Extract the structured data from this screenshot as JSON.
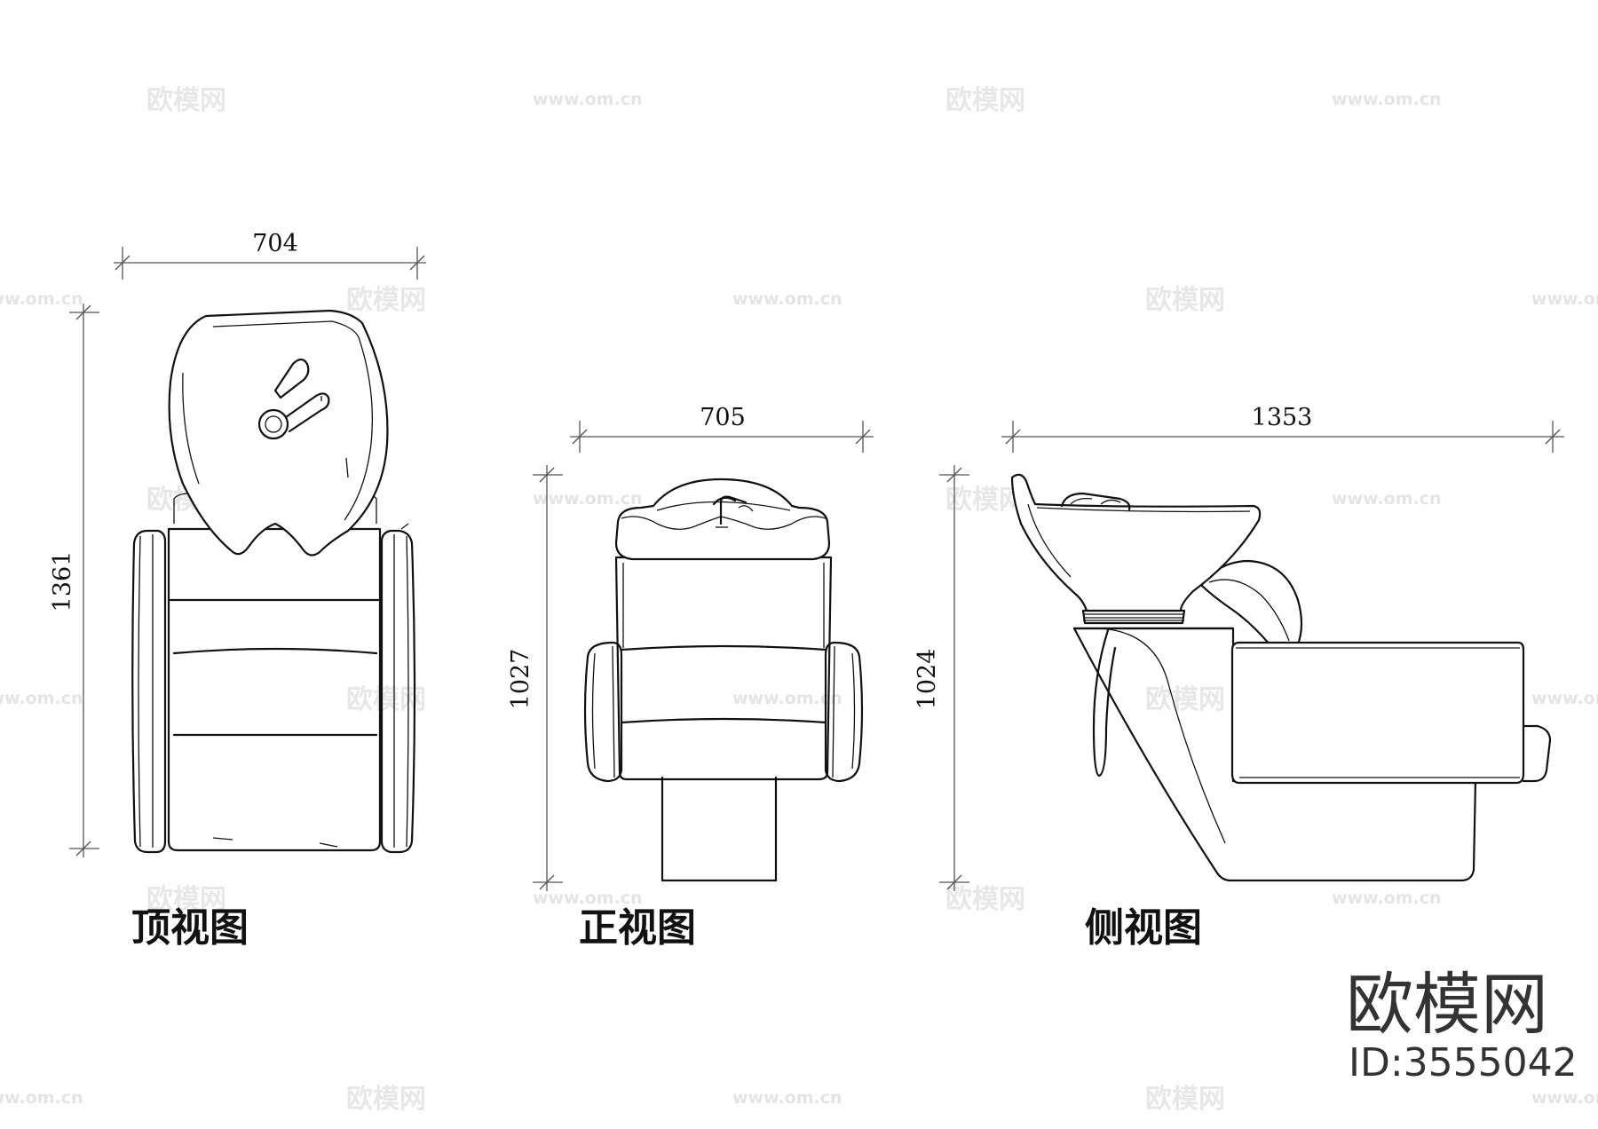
{
  "views": {
    "top": {
      "caption": "顶视图",
      "width_dim": "704",
      "height_dim": "1361"
    },
    "front": {
      "caption": "正视图",
      "width_dim": "705",
      "height_dim": "1027"
    },
    "side": {
      "caption": "侧视图",
      "width_dim": "1353",
      "height_dim": "1024"
    }
  },
  "brand": {
    "name": "欧模网",
    "id_label": "ID:3555042"
  },
  "watermark": {
    "logo_text": "欧模网",
    "url_text": "www.om.cn"
  }
}
